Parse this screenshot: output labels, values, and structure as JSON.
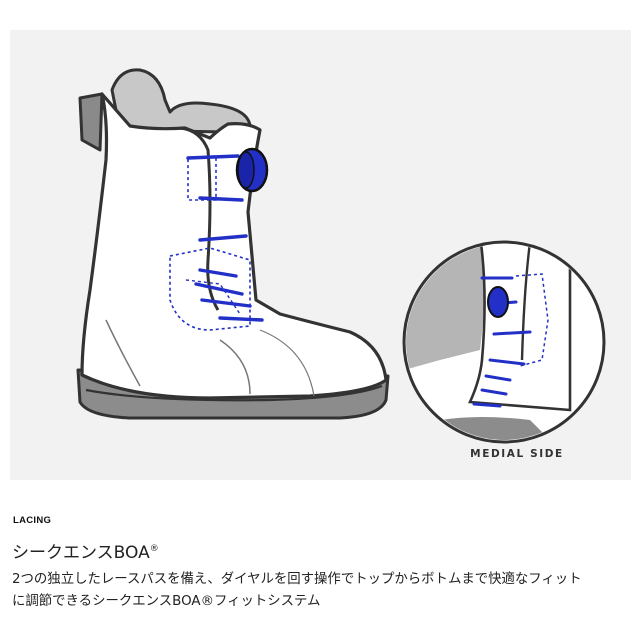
{
  "figure": {
    "caption": "MEDIAL SIDE",
    "accent_color": "#2230c8",
    "icons": [
      "boot-illustration",
      "boa-dial",
      "medial-side-zoom"
    ]
  },
  "section_label": "LACING",
  "heading": {
    "text": "シークエンスBOA",
    "mark": "®"
  },
  "description": {
    "line1": "2つの独立したレースパスを備え、ダイヤルを回す操作でトップからボトムまで快適なフィット",
    "line2": "に調節できるシークエンスBOA®フィットシステム"
  }
}
